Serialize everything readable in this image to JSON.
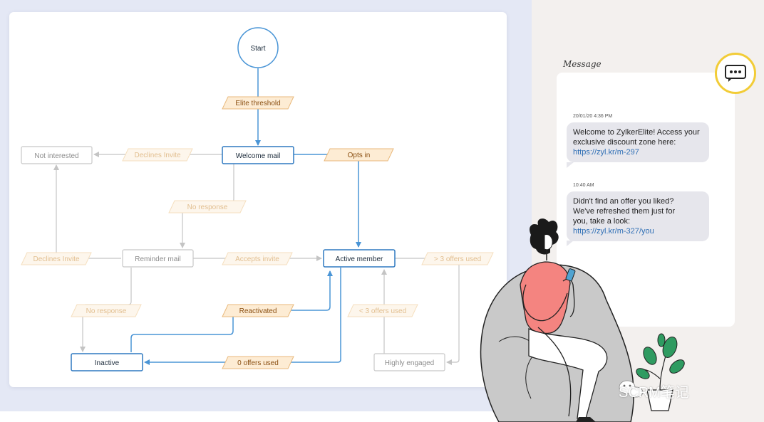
{
  "nodes": {
    "start": "Start",
    "welcome_mail": "Welcome mail",
    "not_interested": "Not interested",
    "reminder_mail": "Reminder mail",
    "active_member": "Active member",
    "inactive": "Inactive",
    "highly_engaged": "Highly engaged"
  },
  "conditions": {
    "elite_threshold": "Elite threshold",
    "declines_invite_1": "Declines Invite",
    "opts_in": "Opts in",
    "no_response_1": "No response",
    "declines_invite_2": "Declines Invite",
    "accepts_invite": "Accepts invite",
    "gt3_offers": "> 3 offers used",
    "no_response_2": "No response",
    "reactivated": "Reactivated",
    "lt3_offers": "< 3 offers used",
    "zero_offers": "0 offers used"
  },
  "message_panel": {
    "title": "Message",
    "messages": [
      {
        "timestamp": "20/01/20 4:36 PM",
        "lines": [
          "Welcome to ZylkerElite! Access your",
          "exclusive discount zone here:"
        ],
        "link": "https://zyl.kr/m-297"
      },
      {
        "timestamp": "10:40 AM",
        "lines": [
          "Didn't find an offer you liked?",
          "We've refreshed them just for",
          "you, take a look:"
        ],
        "link": "https://zyl.kr/m-327/you"
      }
    ]
  },
  "icons": [
    "chat-bubble-icon",
    "wechat-icon",
    "woman-illustration",
    "plant-illustration"
  ],
  "watermark": "SCRM笔记",
  "colors": {
    "active_border": "#2f79c0",
    "active_arrow": "#4a95d6",
    "inactive_border": "#c8c8c8",
    "condition_fill_active": "#fdecd4",
    "condition_border_active": "#e9b97c",
    "condition_fill_faded": "#fdf6ec",
    "condition_border_faded": "#f5dfbf",
    "condition_text_active": "#8a4f12",
    "condition_text_faded": "#e2bf90"
  }
}
